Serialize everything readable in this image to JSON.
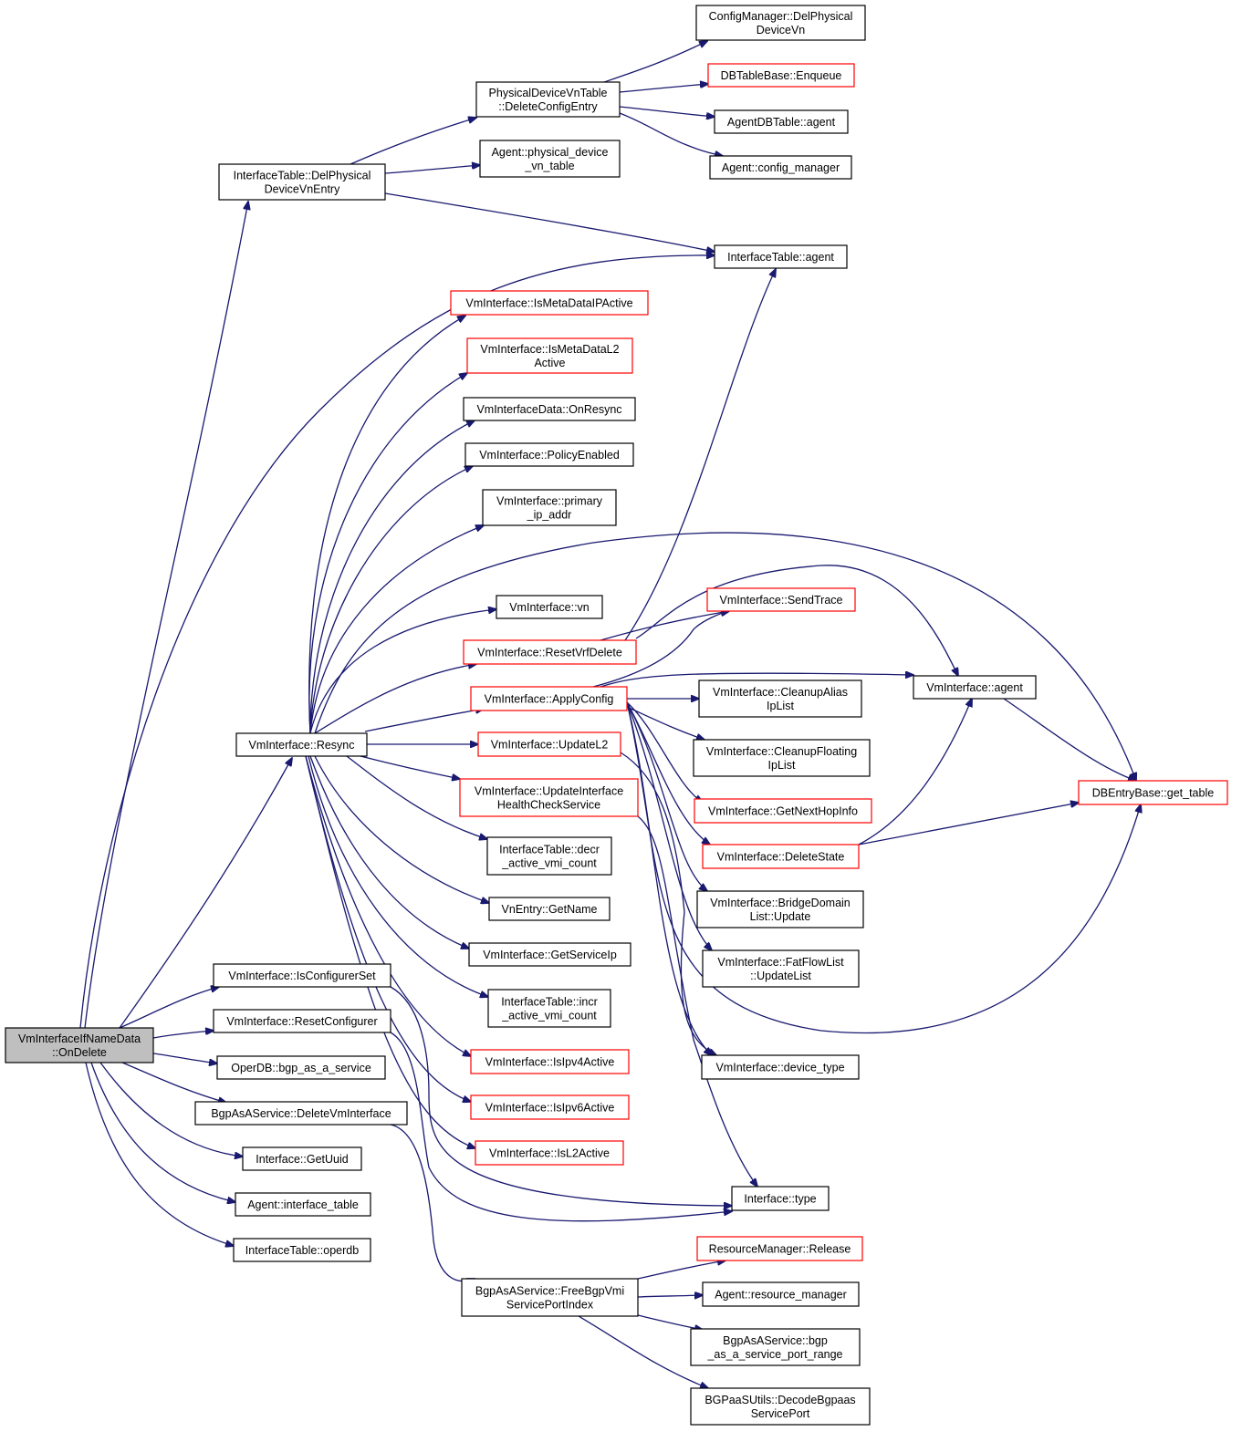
{
  "colors": {
    "edge": "#191970",
    "red_border": "#ff0000",
    "root_fill": "#bfbfbf"
  },
  "nodes": [
    {
      "id": "root",
      "lines": [
        "VmInterfaceIfNameData",
        "::OnDelete"
      ],
      "style": "root"
    },
    {
      "id": "delphys",
      "lines": [
        "InterfaceTable::DelPhysical",
        "DeviceVnEntry"
      ]
    },
    {
      "id": "pdvdel",
      "lines": [
        "PhysicalDeviceVnTable",
        "::DeleteConfigEntry"
      ]
    },
    {
      "id": "cfgdel",
      "lines": [
        "ConfigManager::DelPhysical",
        "DeviceVn"
      ]
    },
    {
      "id": "enqueue",
      "lines": [
        "DBTableBase::Enqueue"
      ],
      "style": "red"
    },
    {
      "id": "adbagent",
      "lines": [
        "AgentDBTable::agent"
      ]
    },
    {
      "id": "cfgmgr",
      "lines": [
        "Agent::config_manager"
      ]
    },
    {
      "id": "physvn",
      "lines": [
        "Agent::physical_device",
        "_vn_table"
      ]
    },
    {
      "id": "itagent",
      "lines": [
        "InterfaceTable::agent"
      ]
    },
    {
      "id": "metaip",
      "lines": [
        "VmInterface::IsMetaDataIPActive"
      ],
      "style": "red"
    },
    {
      "id": "metal2",
      "lines": [
        "VmInterface::IsMetaDataL2",
        "Active"
      ],
      "style": "red"
    },
    {
      "id": "onresync",
      "lines": [
        "VmInterfaceData::OnResync"
      ]
    },
    {
      "id": "policy",
      "lines": [
        "VmInterface::PolicyEnabled"
      ]
    },
    {
      "id": "primip",
      "lines": [
        "VmInterface::primary",
        "_ip_addr"
      ]
    },
    {
      "id": "vn",
      "lines": [
        "VmInterface::vn"
      ]
    },
    {
      "id": "resetvrf",
      "lines": [
        "VmInterface::ResetVrfDelete"
      ],
      "style": "red"
    },
    {
      "id": "sendtrace",
      "lines": [
        "VmInterface::SendTrace"
      ],
      "style": "red"
    },
    {
      "id": "applycfg",
      "lines": [
        "VmInterface::ApplyConfig"
      ],
      "style": "red"
    },
    {
      "id": "vmagent",
      "lines": [
        "VmInterface::agent"
      ]
    },
    {
      "id": "cleanalias",
      "lines": [
        "VmInterface::CleanupAlias",
        "IpList"
      ]
    },
    {
      "id": "cleanfloat",
      "lines": [
        "VmInterface::CleanupFloating",
        "IpList"
      ]
    },
    {
      "id": "gettable",
      "lines": [
        "DBEntryBase::get_table"
      ],
      "style": "red"
    },
    {
      "id": "resync",
      "lines": [
        "VmInterface::Resync"
      ]
    },
    {
      "id": "updatel2",
      "lines": [
        "VmInterface::UpdateL2"
      ],
      "style": "red"
    },
    {
      "id": "nexthop",
      "lines": [
        "VmInterface::GetNextHopInfo"
      ],
      "style": "red"
    },
    {
      "id": "uphealth",
      "lines": [
        "VmInterface::UpdateInterface",
        "HealthCheckService"
      ],
      "style": "red"
    },
    {
      "id": "delstate",
      "lines": [
        "VmInterface::DeleteState"
      ],
      "style": "red"
    },
    {
      "id": "decr",
      "lines": [
        "InterfaceTable::decr",
        "_active_vmi_count"
      ]
    },
    {
      "id": "bridge",
      "lines": [
        "VmInterface::BridgeDomain",
        "List::Update"
      ]
    },
    {
      "id": "vnname",
      "lines": [
        "VnEntry::GetName"
      ]
    },
    {
      "id": "srvip",
      "lines": [
        "VmInterface::GetServiceIp"
      ]
    },
    {
      "id": "fatflow",
      "lines": [
        "VmInterface::FatFlowList",
        "::UpdateList"
      ]
    },
    {
      "id": "confset",
      "lines": [
        "VmInterface::IsConfigurerSet"
      ]
    },
    {
      "id": "incr",
      "lines": [
        "InterfaceTable::incr",
        "_active_vmi_count"
      ]
    },
    {
      "id": "resetconf",
      "lines": [
        "VmInterface::ResetConfigurer"
      ]
    },
    {
      "id": "bgpsvc",
      "lines": [
        "OperDB::bgp_as_a_service"
      ]
    },
    {
      "id": "ipv4",
      "lines": [
        "VmInterface::IsIpv4Active"
      ],
      "style": "red"
    },
    {
      "id": "devtype",
      "lines": [
        "VmInterface::device_type"
      ]
    },
    {
      "id": "bgpdel",
      "lines": [
        "BgpAsAService::DeleteVmInterface"
      ]
    },
    {
      "id": "ipv6",
      "lines": [
        "VmInterface::IsIpv6Active"
      ],
      "style": "red"
    },
    {
      "id": "getuuid",
      "lines": [
        "Interface::GetUuid"
      ]
    },
    {
      "id": "isl2",
      "lines": [
        "VmInterface::IsL2Active"
      ],
      "style": "red"
    },
    {
      "id": "itype",
      "lines": [
        "Interface::type"
      ]
    },
    {
      "id": "agitable",
      "lines": [
        "Agent::interface_table"
      ]
    },
    {
      "id": "release",
      "lines": [
        "ResourceManager::Release"
      ],
      "style": "red"
    },
    {
      "id": "operdb",
      "lines": [
        "InterfaceTable::operdb"
      ]
    },
    {
      "id": "resmgr",
      "lines": [
        "Agent::resource_manager"
      ]
    },
    {
      "id": "freebgp",
      "lines": [
        "BgpAsAService::FreeBgpVmi",
        "ServicePortIndex"
      ]
    },
    {
      "id": "portrange",
      "lines": [
        "BgpAsAService::bgp",
        "_as_a_service_port_range"
      ]
    },
    {
      "id": "decode",
      "lines": [
        "BGPaaSUtils::DecodeBgpaas",
        "ServicePort"
      ]
    }
  ]
}
